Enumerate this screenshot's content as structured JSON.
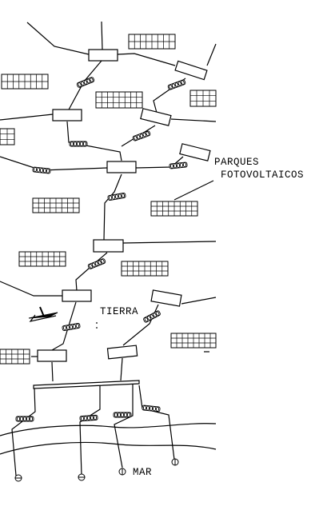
{
  "diagram": {
    "labels": {
      "parques_line1": "PARQUES",
      "parques_line2": "FOTOVOLTAICOS",
      "tierra": "TIERRA",
      "mar": "MAR"
    }
  }
}
